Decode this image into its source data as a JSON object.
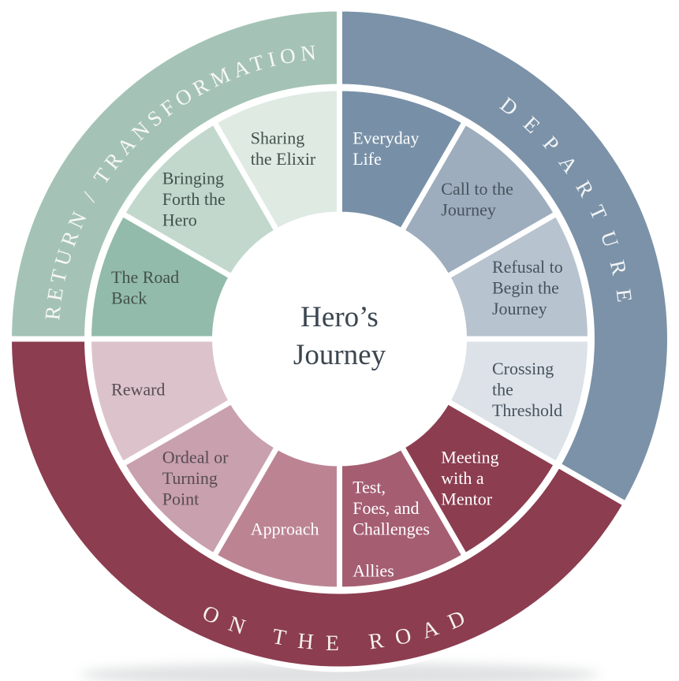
{
  "page": {
    "background": "#ffffff"
  },
  "wheel": {
    "center": {
      "label": "Hero’s Journey",
      "lines": [
        "Hero’s",
        "Journey"
      ],
      "color": "#3b4650",
      "background": "#ffffff"
    },
    "outer_arcs": [
      {
        "id": "departure",
        "label": "DEPARTURE",
        "color": "#7b92a8",
        "label_color": "#f3f4f5",
        "start_angle": 0,
        "end_angle": 120
      },
      {
        "id": "on-the-road",
        "label": "ON THE ROAD",
        "color": "#8c3d50",
        "label_color": "#f6f2ee",
        "start_angle": 120,
        "end_angle": 270
      },
      {
        "id": "return-transformation",
        "label": "RETURN / TRANSFORMATION",
        "color": "#a4c3b6",
        "label_color": "#f8f7f3",
        "start_angle": 270,
        "end_angle": 360
      }
    ],
    "segments": [
      {
        "id": "everyday-life",
        "label": "Everyday Life",
        "lines": [
          "Everyday",
          "Life"
        ],
        "color": "#7890a7",
        "text_color": "#ffffff",
        "start_angle": 0,
        "end_angle": 30
      },
      {
        "id": "call-to-the-journey",
        "label": "Call to the Journey",
        "lines": [
          "Call to the",
          "Journey"
        ],
        "color": "#9dadbd",
        "text_color": "#46525d",
        "start_angle": 30,
        "end_angle": 60
      },
      {
        "id": "refusal-to-begin-the-journey",
        "label": "Refusal to Begin the Journey",
        "lines": [
          "Refusal to",
          "Begin the",
          "Journey"
        ],
        "color": "#b7c3ce",
        "text_color": "#46525d",
        "start_angle": 60,
        "end_angle": 90
      },
      {
        "id": "crossing-the-threshold",
        "label": "Crossing the Threshold",
        "lines": [
          "Crossing",
          "the",
          "Threshold"
        ],
        "color": "#dce2e8",
        "text_color": "#46525d",
        "start_angle": 90,
        "end_angle": 120
      },
      {
        "id": "meeting-with-a-mentor",
        "label": "Meeting with a Mentor",
        "lines": [
          "Meeting",
          "with a",
          "Mentor"
        ],
        "color": "#8c3d50",
        "text_color": "#ffffff",
        "start_angle": 120,
        "end_angle": 150
      },
      {
        "id": "test-foes-and-challenges-allies",
        "label": "Test, Foes, and Challenges / Allies",
        "lines": [
          "Test,",
          "Foes, and",
          "Challenges",
          "",
          "Allies"
        ],
        "color": "#a55e71",
        "text_color": "#ffffff",
        "start_angle": 150,
        "end_angle": 180
      },
      {
        "id": "approach",
        "label": "Approach",
        "lines": [
          "Approach"
        ],
        "color": "#bc8492",
        "text_color": "#ffffff",
        "start_angle": 180,
        "end_angle": 210
      },
      {
        "id": "ordeal-or-turning-point",
        "label": "Ordeal or Turning Point",
        "lines": [
          "Ordeal or",
          "Turning",
          "Point"
        ],
        "color": "#c9a0ad",
        "text_color": "#564b53",
        "start_angle": 210,
        "end_angle": 240
      },
      {
        "id": "reward",
        "label": "Reward",
        "lines": [
          "Reward"
        ],
        "color": "#dcc3cb",
        "text_color": "#564b53",
        "start_angle": 240,
        "end_angle": 270
      },
      {
        "id": "the-road-back",
        "label": "The Road Back",
        "lines": [
          "The Road",
          "Back"
        ],
        "color": "#93bbab",
        "text_color": "#42514a",
        "start_angle": 270,
        "end_angle": 300
      },
      {
        "id": "bringing-forth-the-hero",
        "label": "Bringing Forth the Hero",
        "lines": [
          "Bringing",
          "Forth the",
          "Hero"
        ],
        "color": "#c2d8cd",
        "text_color": "#42514a",
        "start_angle": 300,
        "end_angle": 330
      },
      {
        "id": "sharing-the-elixir",
        "label": "Sharing the Elixir",
        "lines": [
          "Sharing",
          "the Elixir"
        ],
        "color": "#dfeae3",
        "text_color": "#42514a",
        "start_angle": 330,
        "end_angle": 360
      }
    ]
  }
}
